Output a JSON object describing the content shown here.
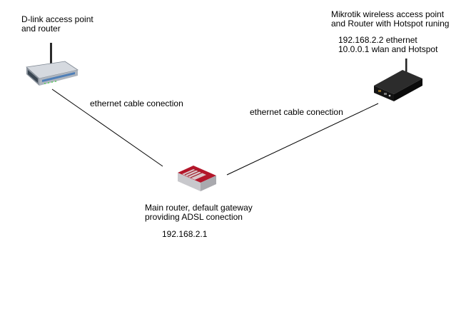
{
  "nodes": {
    "dlink": {
      "label_line1": "D-link access point",
      "label_line2": "and router",
      "icon": "dlink-router-icon"
    },
    "mikrotik": {
      "label_line1": "Mikrotik wireless access point",
      "label_line2": "and Router with Hotspot runing",
      "ip_line1": "192.168.2.2 ethernet",
      "ip_line2": "10.0.0.1 wlan and Hotspot",
      "icon": "mikrotik-router-icon"
    },
    "main_router": {
      "label_line1": "Main router, default gateway",
      "label_line2": "providing ADSL conection",
      "ip": "192.168.2.1",
      "icon": "adsl-router-icon"
    }
  },
  "links": {
    "left_label": "ethernet cable conection",
    "right_label": "ethernet cable conection"
  },
  "colors": {
    "line": "#000000",
    "dlink_body": "#c9ced6",
    "mikrotik_body": "#1e1e1e",
    "adsl_red": "#b3162a"
  }
}
